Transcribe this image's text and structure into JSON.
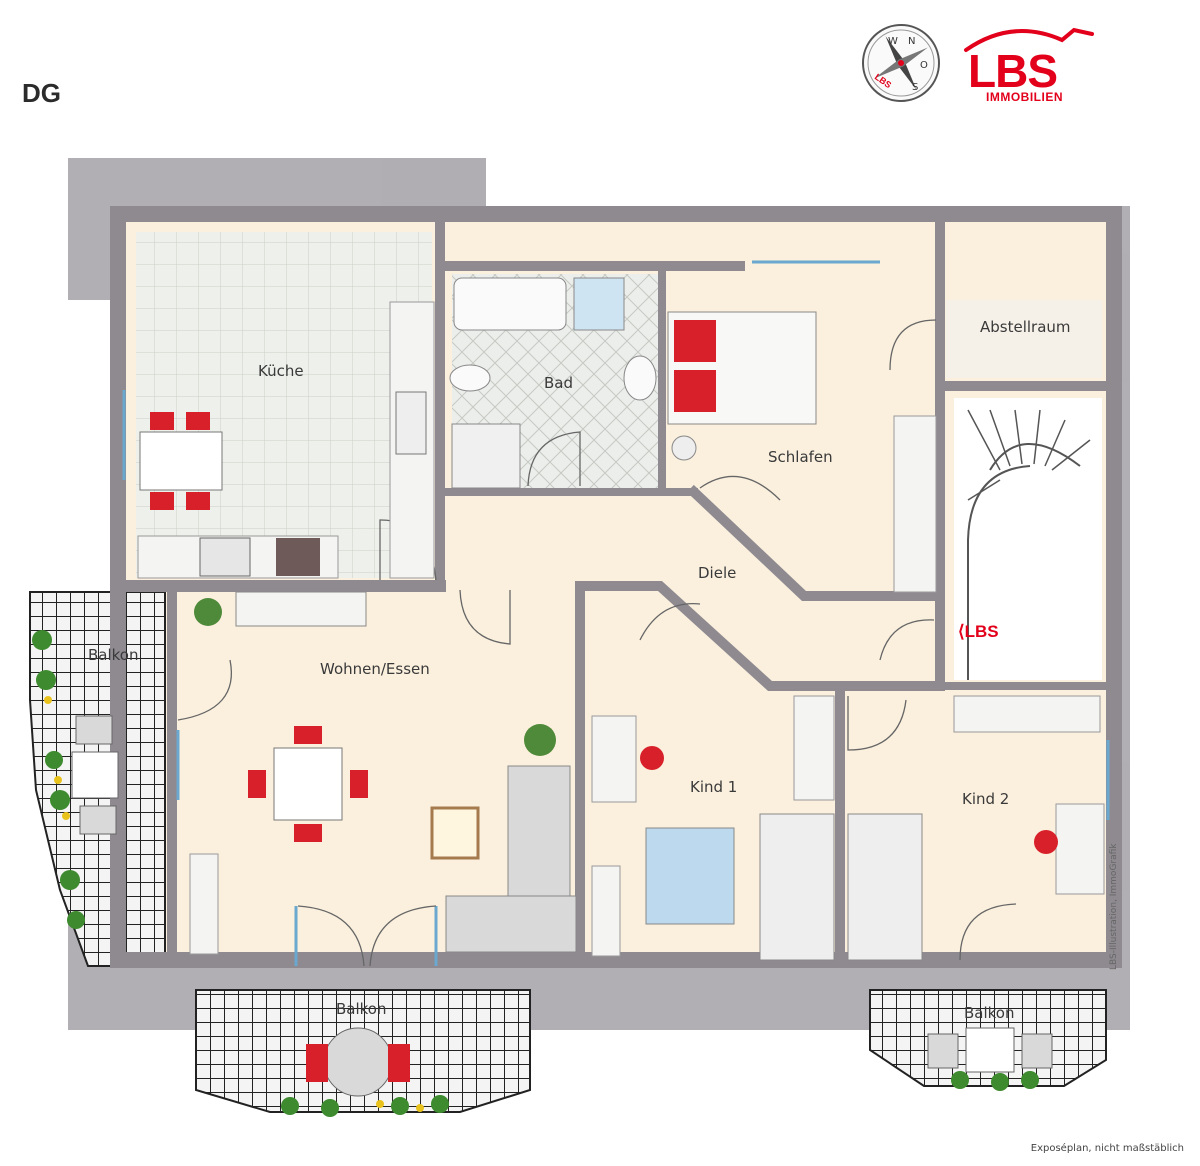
{
  "floor_label": "DG",
  "brand": {
    "name": "LBS",
    "sub": "IMMOBILIEN",
    "stair_logo": "LBS",
    "compass_text": "LBS",
    "color": "#e3001b"
  },
  "compass_icon": "compass-icon",
  "rooms": {
    "kueche": "Küche",
    "bad": "Bad",
    "schlafen": "Schlafen",
    "abstellraum": "Abstellraum",
    "diele": "Diele",
    "wohnen": "Wohnen/Essen",
    "kind1": "Kind 1",
    "kind2": "Kind 2",
    "balkon_left": "Balkon",
    "balkon_bottom": "Balkon",
    "balkon_right": "Balkon"
  },
  "credit": "LBS-Illustration, ImmoGrafik",
  "note": "Exposéplan, nicht maßstäblich",
  "colors": {
    "wall": "#8e8a90",
    "floor": "#fbf0de",
    "tile": "#eef0ec",
    "furniture_red": "#d8202a",
    "window_blue": "#6aa8cf"
  }
}
